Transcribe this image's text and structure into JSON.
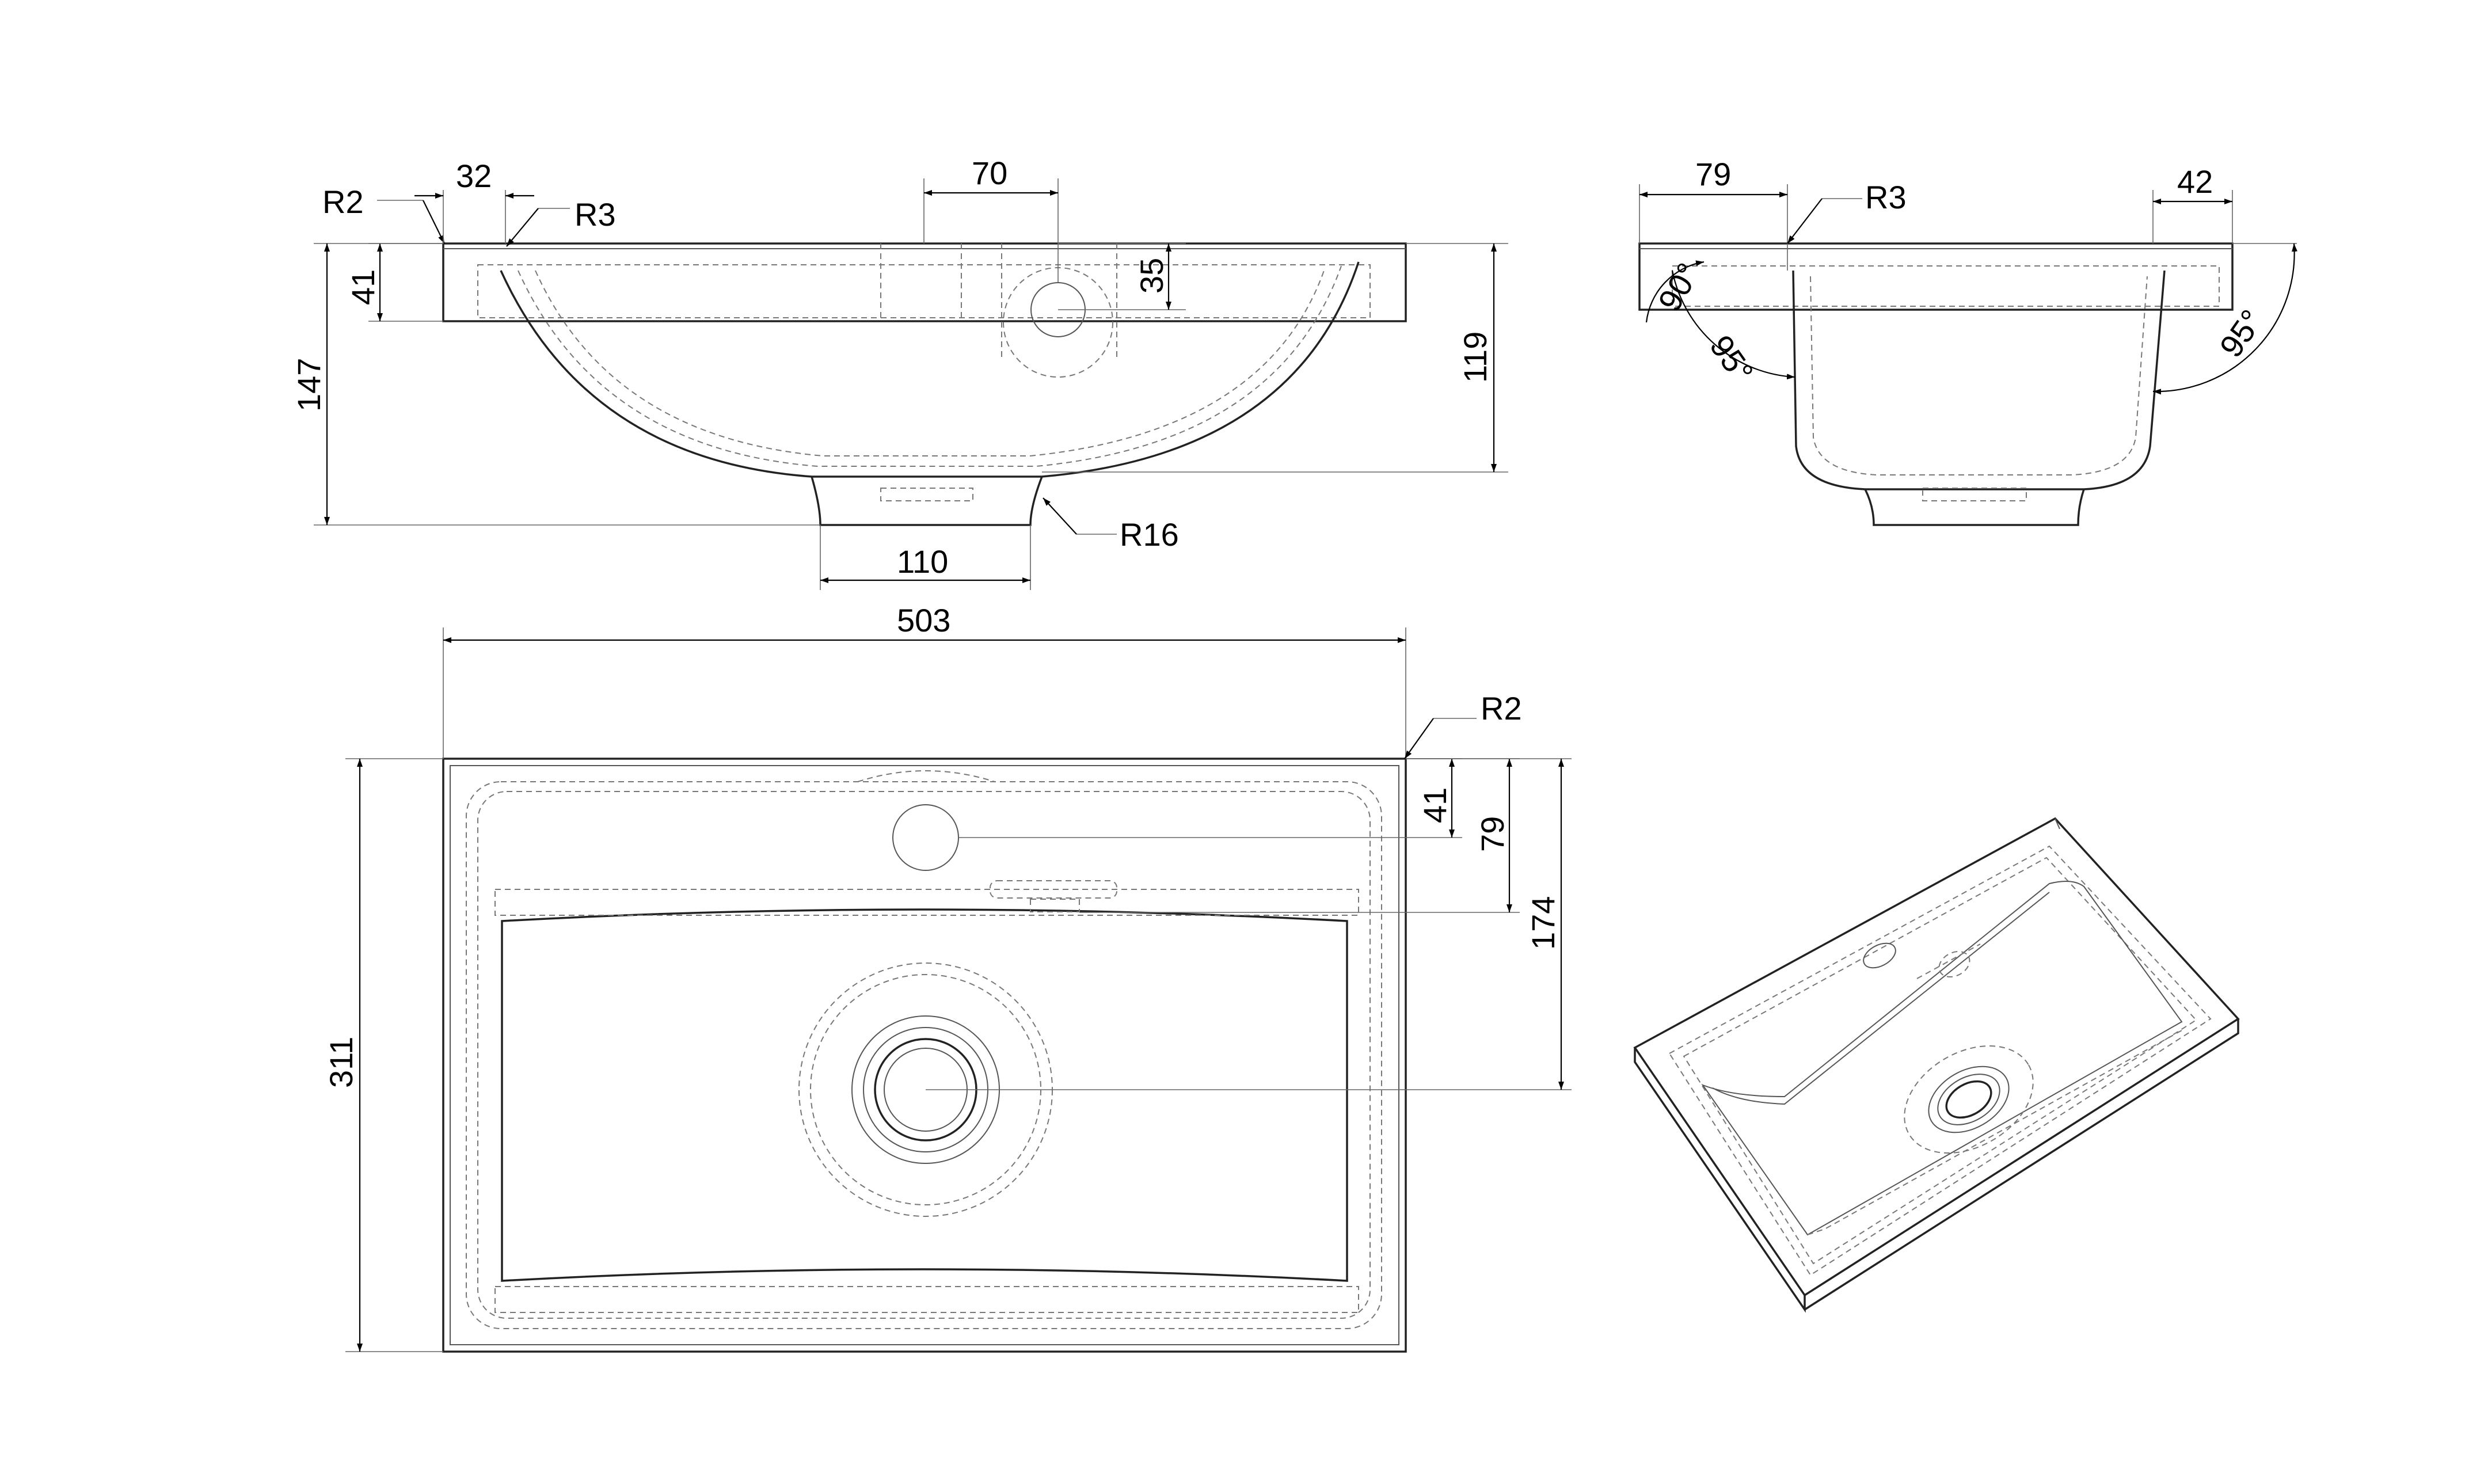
{
  "dimensions": {
    "r2_top": "R2",
    "d32": "32",
    "r3_front": "R3",
    "d70": "70",
    "d41_front": "41",
    "d35": "35",
    "d147": "147",
    "d119": "119",
    "r16": "R16",
    "d110": "110",
    "d79_side": "79",
    "r3_side": "R3",
    "d42": "42",
    "a90": "90°",
    "a95_left": "95°",
    "a95_right": "95°",
    "d503": "503",
    "r2_plan": "R2",
    "d41_plan": "41",
    "d79_plan": "79",
    "d174": "174",
    "d311": "311"
  }
}
